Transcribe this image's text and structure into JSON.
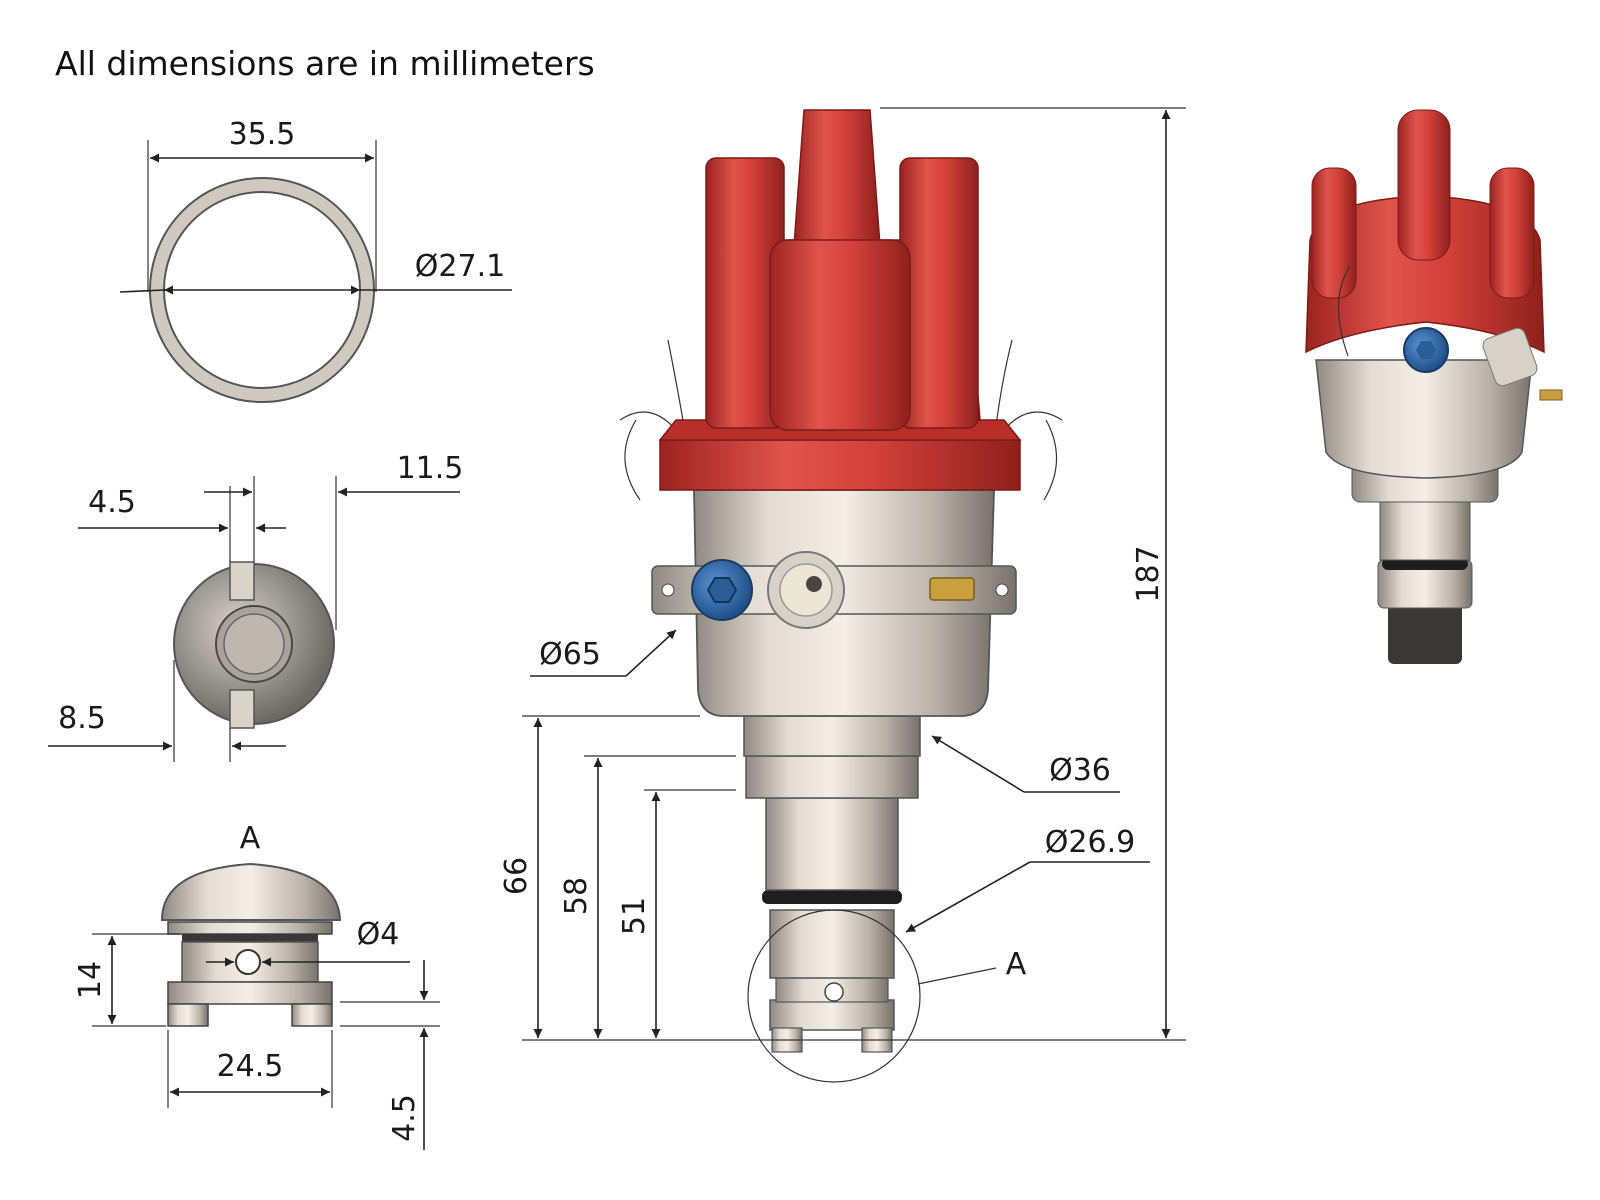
{
  "note": "All dimensions are in millimeters",
  "dimensions": {
    "ring_width": "35.5",
    "ring_inner_dia": "Ø27.1",
    "slot_width": "4.5",
    "slot_offset": "11.5",
    "slot_depth": "8.5",
    "detail_label_top": "A",
    "hole_dia": "Ø4",
    "shaft_height": "14",
    "shaft_width": "24.5",
    "tang_height": "4.5",
    "body_dia": "Ø65",
    "collar_dia": "Ø36",
    "shaft_dia": "Ø26.9",
    "detail_label_circle": "A",
    "height_66": "66",
    "height_58": "58",
    "height_51": "51",
    "total_height": "187"
  },
  "colors": {
    "cap_red": "#c8322c",
    "metal": "#c9c3b8",
    "bolt_blue": "#2f6fb0",
    "brass": "#c9a040"
  },
  "icons": [
    "distributor-main-view",
    "distributor-iso-view",
    "ring-view",
    "shaft-end-view",
    "shaft-detail-view"
  ]
}
